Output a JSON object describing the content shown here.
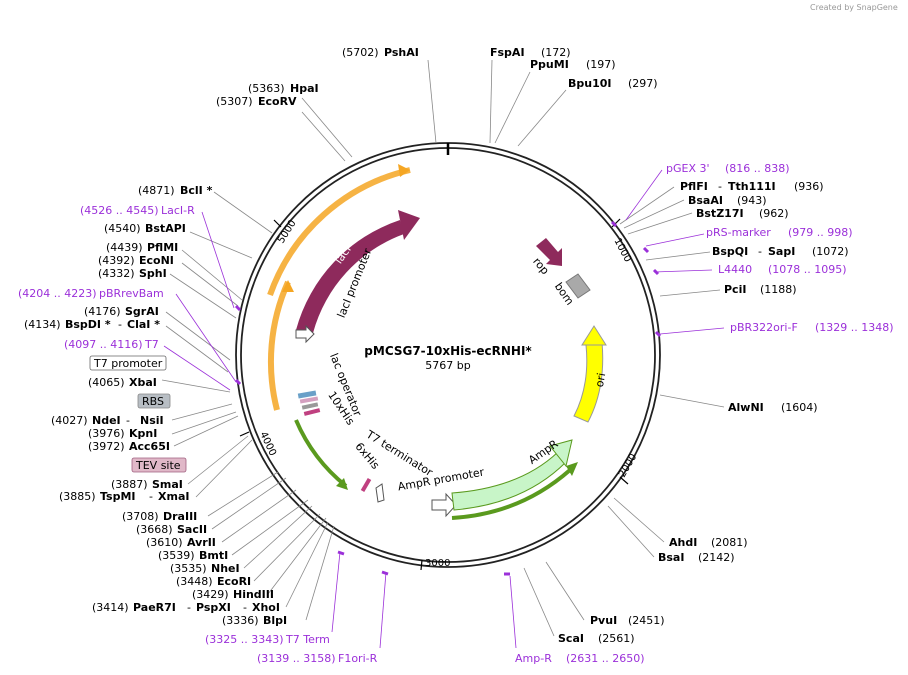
{
  "credit": "Created by SnapGene",
  "plasmid": {
    "name": "pMCSG7-10xHis-ecRNHI*",
    "size": "5767 bp"
  },
  "ticks": [
    "1000",
    "2000",
    "3000",
    "4000",
    "5000"
  ],
  "features": {
    "lacI": "lacI",
    "lacI_promoter": "lacI promoter",
    "lac_operator": "lac operator",
    "his10": "10xHis",
    "t7_terminator": "T7 terminator",
    "his6": "6xHis",
    "ampr_promoter": "AmpR promoter",
    "ampr": "AmpR",
    "ori": "ori",
    "rop": "rop",
    "bom": "bom"
  },
  "boxed_labels": {
    "t7_promoter": "T7 promoter",
    "rbs": "RBS",
    "tev_site": "TEV site"
  },
  "sites": {
    "psha": {
      "pos": "(5702)",
      "name": "PshAI"
    },
    "fspa": {
      "pos": "(172)",
      "name": "FspAI"
    },
    "ppumi": {
      "pos": "(197)",
      "name": "PpuMI"
    },
    "bpu10i": {
      "pos": "(297)",
      "name": "Bpu10I"
    },
    "hpai": {
      "pos": "(5363)",
      "name": "HpaI"
    },
    "ecorv": {
      "pos": "(5307)",
      "name": "EcoRV"
    },
    "bcli": {
      "pos": "(4871)",
      "name": "BclI *"
    },
    "bstapi": {
      "pos": "(4540)",
      "name": "BstAPI"
    },
    "pflmi": {
      "pos": "(4439)",
      "name": "PflMI"
    },
    "econi": {
      "pos": "(4392)",
      "name": "EcoNI"
    },
    "sphi": {
      "pos": "(4332)",
      "name": "SphI"
    },
    "sgrai": {
      "pos": "(4176)",
      "name": "SgrAI"
    },
    "bspdi": {
      "pos": "(4134)",
      "name": "BspDI *",
      "name2": "ClaI *"
    },
    "xbai": {
      "pos": "(4065)",
      "name": "XbaI"
    },
    "ndei": {
      "pos": "(4027)",
      "name": "NdeI",
      "name2": "NsiI"
    },
    "kpni": {
      "pos": "(3976)",
      "name": "KpnI"
    },
    "acc65i": {
      "pos": "(3972)",
      "name": "Acc65I"
    },
    "smai": {
      "pos": "(3887)",
      "name": "SmaI"
    },
    "tspmi": {
      "pos": "(3885)",
      "name": "TspMI",
      "name2": "XmaI"
    },
    "draiii": {
      "pos": "(3708)",
      "name": "DraIII"
    },
    "sacii": {
      "pos": "(3668)",
      "name": "SacII"
    },
    "avrii": {
      "pos": "(3610)",
      "name": "AvrII"
    },
    "bmti": {
      "pos": "(3539)",
      "name": "BmtI"
    },
    "nhei": {
      "pos": "(3535)",
      "name": "NheI"
    },
    "ecori": {
      "pos": "(3448)",
      "name": "EcoRI"
    },
    "hindiii": {
      "pos": "(3429)",
      "name": "HindIII"
    },
    "paer7i": {
      "pos": "(3414)",
      "name": "PaeR7I",
      "name2": "PspXI",
      "name3": "XhoI"
    },
    "blpi": {
      "pos": "(3336)",
      "name": "BlpI"
    },
    "pflfi": {
      "name": "PflFI",
      "name2": "Tth111I",
      "pos": "(936)"
    },
    "bsaai": {
      "name": "BsaAI",
      "pos": "(943)"
    },
    "bstz17i": {
      "name": "BstZ17I",
      "pos": "(962)"
    },
    "bspqi": {
      "name": "BspQI",
      "name2": "SapI",
      "pos": "(1072)"
    },
    "pcii": {
      "name": "PciI",
      "pos": "(1188)"
    },
    "alwni": {
      "name": "AlwNI",
      "pos": "(1604)"
    },
    "ahdi": {
      "name": "AhdI",
      "pos": "(2081)"
    },
    "bsai": {
      "name": "BsaI",
      "pos": "(2142)"
    },
    "pvui": {
      "name": "PvuI",
      "pos": "(2451)"
    },
    "scai": {
      "name": "ScaI",
      "pos": "(2561)"
    }
  },
  "primers": {
    "pgex3": {
      "name": "pGEX 3'",
      "range": "(816 .. 838)"
    },
    "prs": {
      "name": "pRS-marker",
      "range": "(979 .. 998)"
    },
    "l4440": {
      "name": "L4440",
      "range": "(1078 .. 1095)"
    },
    "pbr322": {
      "name": "pBR322ori-F",
      "range": "(1329 .. 1348)"
    },
    "ampr": {
      "name": "Amp-R",
      "range": "(2631 .. 2650)"
    },
    "laci_r": {
      "name": "LacI-R",
      "range": "(4526 .. 4545)"
    },
    "pbrrevbam": {
      "name": "pBRrevBam",
      "range": "(4204 .. 4223)"
    },
    "t7": {
      "name": "T7",
      "range": "(4097 .. 4116)"
    },
    "t7term": {
      "name": "T7 Term",
      "range": "(3325 .. 3343)"
    },
    "f1ori": {
      "name": "F1ori-R",
      "range": "(3139 .. 3158)"
    }
  },
  "colors": {
    "laci": "#8e2a5c",
    "ori": "#ffff00",
    "ampr": "#c8f5c8",
    "rop": "#8e2a5c",
    "bom": "#a9a9a9",
    "orange_arc": "#f5a623",
    "green_arc": "#5a9a1e",
    "primer": "#9b30d9"
  }
}
